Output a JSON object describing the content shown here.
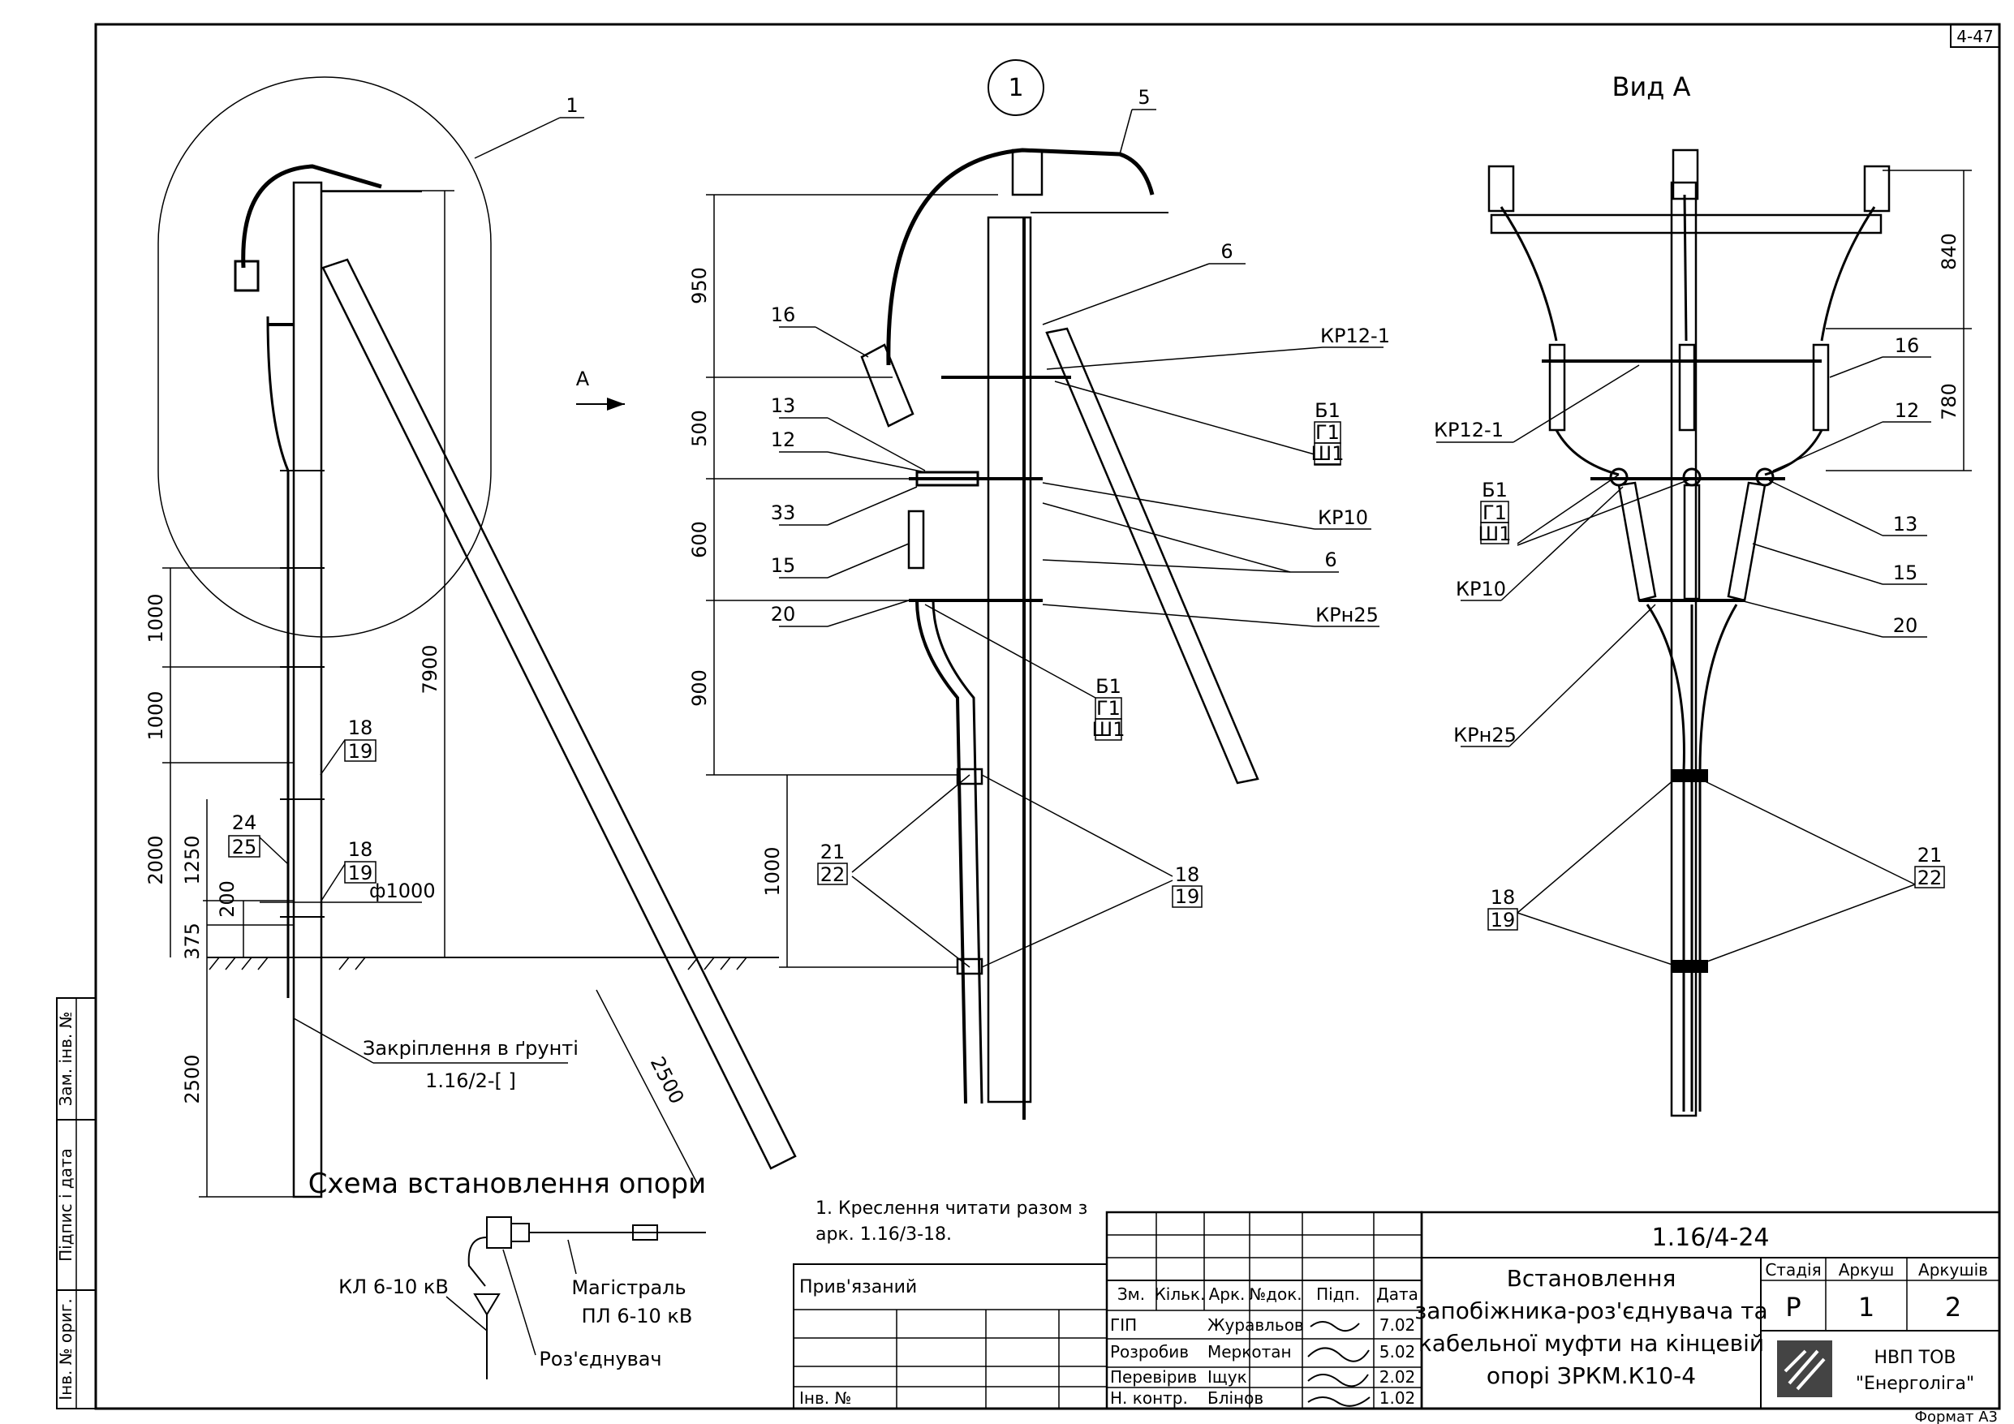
{
  "sheet_code": "4-47",
  "views": {
    "view_1_marker": "1",
    "view_a_title": "Вид А",
    "view_a_arrow": "А"
  },
  "left_view": {
    "callout": "1",
    "dims": [
      "1000",
      "1000",
      "2000",
      "1250",
      "200",
      "375",
      "2500",
      "7900",
      "2500"
    ],
    "labels": {
      "l18a": "18",
      "l19a": "19",
      "l24": "24",
      "l25": "25",
      "l18b": "18",
      "l19b": "19",
      "phi": "ф1000"
    },
    "ground_fix_label": "Закріплення в ґрунті",
    "ground_fix_ref": "1.16/2-[    ]"
  },
  "middle_view": {
    "dims": [
      "950",
      "500",
      "600",
      "900",
      "1000"
    ],
    "labels": {
      "n5": "5",
      "n6a": "6",
      "n16": "16",
      "kr12": "КР12-1",
      "n13": "13",
      "n12": "12",
      "b1a": "Б1",
      "g1a": "Г1",
      "sh1a": "Ш1",
      "n33": "33",
      "kr10": "КР10",
      "n15": "15",
      "n6b": "6",
      "n20": "20",
      "krn25": "КРн25",
      "b1b": "Б1",
      "g1b": "Г1",
      "sh1b": "Ш1",
      "n21": "21",
      "n22": "22",
      "n18": "18",
      "n19": "19"
    }
  },
  "right_view": {
    "dims": [
      "840",
      "780"
    ],
    "labels": {
      "n16": "16",
      "n12": "12",
      "kr12": "КР12-1",
      "b1": "Б1",
      "g1": "Г1",
      "sh1": "Ш1",
      "kr10": "КР10",
      "n13": "13",
      "n15": "15",
      "n20": "20",
      "krn25": "КРн25",
      "n21": "21",
      "n22": "22",
      "n18": "18",
      "n19": "19"
    }
  },
  "scheme": {
    "title": "Схема встановлення опори",
    "kl": "КЛ 6-10 кВ",
    "main_line_1": "Магістраль",
    "main_line_2": "ПЛ 6-10 кВ",
    "disconnector": "Роз'єднувач"
  },
  "note": {
    "line1": "1. Креслення читати разом з",
    "line2": "арк. 1.16/3-18."
  },
  "side_strip": {
    "zam_inv": "Зам. інв. №",
    "pidpys": "Підпис і дата",
    "inv_pidl": "Інв. № ориг."
  },
  "title_block": {
    "doc_code": "1.16/4-24",
    "pryviazanyi": "Прив'язаний",
    "inv_no": "Інв. №",
    "hdr": [
      "Зм.",
      "Кільк.",
      "Арк.",
      "№док.",
      "Підп.",
      "Дата"
    ],
    "rows": [
      {
        "role": "ГІП",
        "name": "Журавльов",
        "date": "7.02"
      },
      {
        "role": "Розробив",
        "name": "Меркотан",
        "date": "5.02"
      },
      {
        "role": "Перевірив",
        "name": "Іщук",
        "date": "2.02"
      },
      {
        "role": "Н. контр.",
        "name": "Блінов",
        "date": "1.02"
      }
    ],
    "title_lines": [
      "Встановлення",
      "запобіжника-роз'єднувача та",
      "кабельної муфти на кінцевій",
      "опорі ЗРКМ.К10-4"
    ],
    "stage_hdr": "Стадія",
    "sheet_hdr": "Аркуш",
    "sheets_hdr": "Аркушів",
    "stage": "Р",
    "sheet": "1",
    "sheets": "2",
    "company_1": "НВП ТОВ",
    "company_2": "\"Енерголіга\"",
    "format": "Формат А3"
  }
}
